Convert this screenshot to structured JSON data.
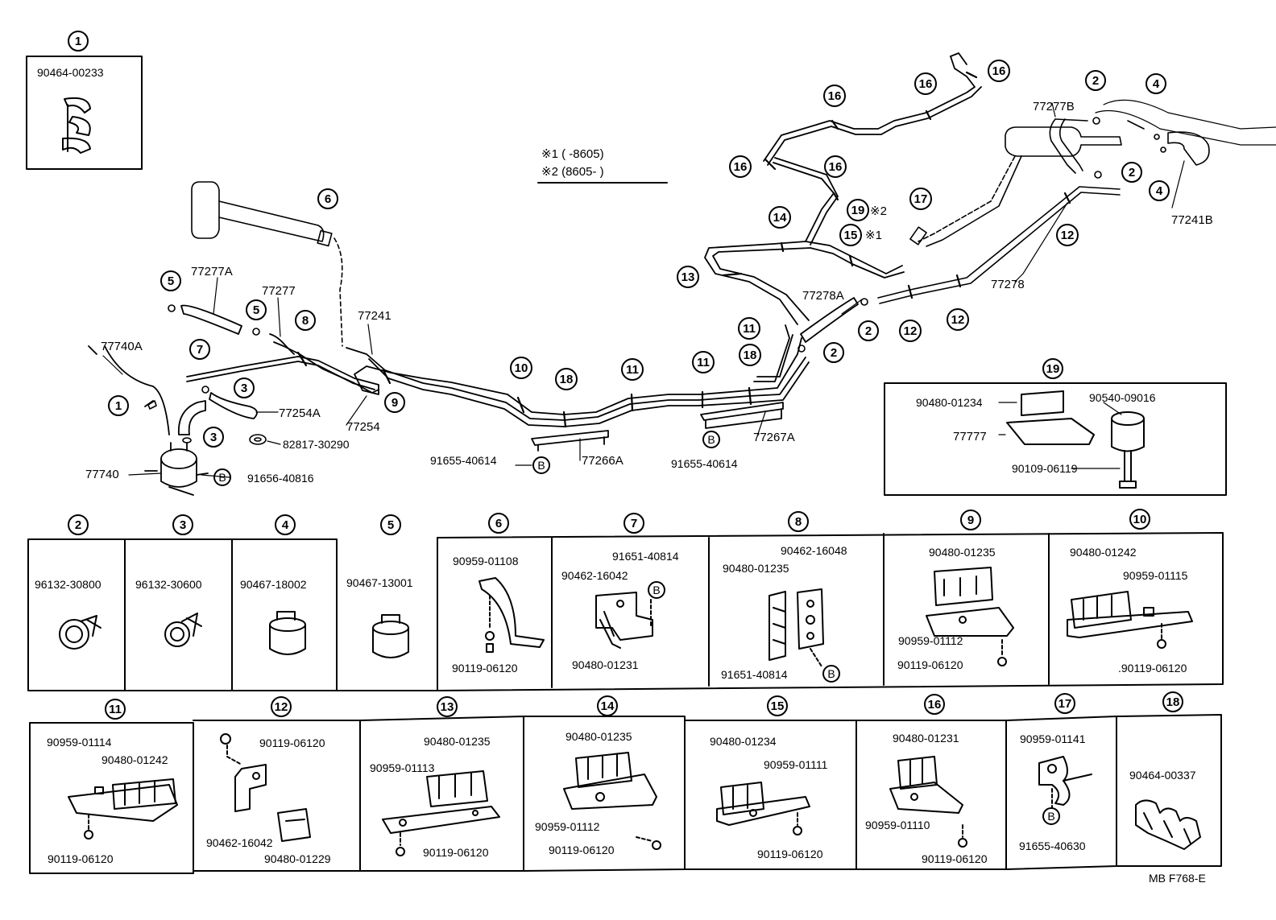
{
  "diagram": {
    "code": "MB  F768-E",
    "note": {
      "line1": "※1 (        -8605)",
      "line2": "※2 (8605-        )"
    },
    "labels": {
      "l_77277B": "77277B",
      "l_77241B": "77241B",
      "l_77278": "77278",
      "l_77278A": "77278A",
      "l_77277A": "77277A",
      "l_77277": "77277",
      "l_77241": "77241",
      "l_77740A": "77740A",
      "l_77254A": "77254A",
      "l_77254": "77254",
      "l_82817": "82817-30290",
      "l_77740": "77740",
      "l_91656": "91656-40816",
      "l_91655a": "91655-40614",
      "l_77266A": "77266A",
      "l_91655b": "91655-40614",
      "l_77267A": "77267A",
      "s2": "※2",
      "s1": "※1"
    },
    "callouts": [
      "1",
      "2",
      "3",
      "4",
      "5",
      "6",
      "7",
      "8",
      "9",
      "10",
      "11",
      "12",
      "13",
      "14",
      "15",
      "16",
      "17",
      "18",
      "19"
    ],
    "bolt_mark": "B",
    "boxes": {
      "b1": {
        "num": "1",
        "parts": [
          "90464-00233"
        ]
      },
      "b19": {
        "num": "19",
        "parts": [
          "90480-01234",
          "90540-09016",
          "77777",
          "90109-06119"
        ]
      },
      "b2": {
        "num": "2",
        "parts": [
          "96132-30800"
        ]
      },
      "b3": {
        "num": "3",
        "parts": [
          "96132-30600"
        ]
      },
      "b4": {
        "num": "4",
        "parts": [
          "90467-18002"
        ]
      },
      "b5": {
        "num": "5",
        "parts": [
          "90467-13001"
        ]
      },
      "b6": {
        "num": "6",
        "parts": [
          "90959-01108",
          "90119-06120"
        ]
      },
      "b7": {
        "num": "7",
        "parts": [
          "91651-40814",
          "90462-16042",
          "90480-01231"
        ]
      },
      "b8": {
        "num": "8",
        "parts": [
          "90462-16048",
          "90480-01235",
          "91651-40814"
        ]
      },
      "b9": {
        "num": "9",
        "parts": [
          "90480-01235",
          "90959-01112",
          "90119-06120"
        ]
      },
      "b10": {
        "num": "10",
        "parts": [
          "90480-01242",
          "90959-01115",
          ".90119-06120"
        ]
      },
      "b11": {
        "num": "11",
        "parts": [
          "90959-01114",
          "90480-01242",
          "90119-06120"
        ]
      },
      "b12": {
        "num": "12",
        "parts": [
          "90119-06120",
          "90462-16042",
          "90480-01229"
        ]
      },
      "b13": {
        "num": "13",
        "parts": [
          "90480-01235",
          "90959-01113",
          "90119-06120"
        ]
      },
      "b14": {
        "num": "14",
        "parts": [
          "90480-01235",
          "90959-01112",
          "90119-06120"
        ]
      },
      "b15": {
        "num": "15",
        "parts": [
          "90480-01234",
          "90959-01111",
          "90119-06120"
        ]
      },
      "b16": {
        "num": "16",
        "parts": [
          "90480-01231",
          "90959-01110",
          "90119-06120"
        ]
      },
      "b17": {
        "num": "17",
        "parts": [
          "90959-01141",
          "91655-40630"
        ]
      },
      "b18": {
        "num": "18",
        "parts": [
          "90464-00337"
        ]
      }
    }
  }
}
